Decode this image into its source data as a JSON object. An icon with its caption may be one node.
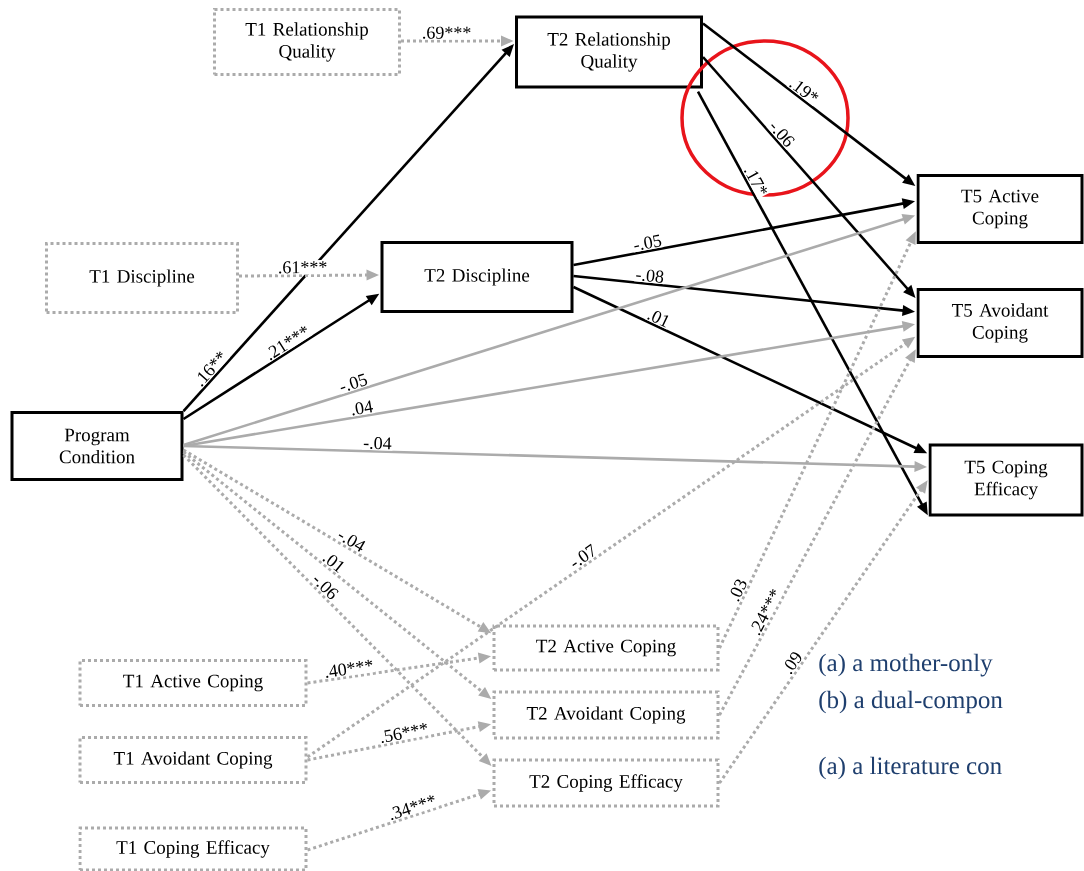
{
  "diagram": {
    "nodes": [
      {
        "text": [
          "T1 Relationship Quality"
        ]
      },
      {
        "text": [
          "T2 Relationship Quality"
        ]
      },
      {
        "text": [
          "T1 Discipline"
        ]
      },
      {
        "text": [
          "T2 Discipline"
        ]
      },
      {
        "text": [
          "Program Condition"
        ]
      },
      {
        "text": [
          "T5 Active Coping"
        ]
      },
      {
        "text": [
          "T5 Avoidant Coping"
        ]
      },
      {
        "text": [
          "T5 Coping Efficacy"
        ]
      },
      {
        "text": [
          "T2 Active Coping"
        ]
      },
      {
        "text": [
          "T2 Avoidant Coping"
        ]
      },
      {
        "text": [
          "T2 Coping Efficacy"
        ]
      },
      {
        "text": [
          "T1 Active Coping"
        ]
      },
      {
        "text": [
          "T1 Avoidant Coping"
        ]
      },
      {
        "text": [
          "T1 Coping Efficacy"
        ]
      }
    ],
    "edges": [
      {
        "from": 0,
        "to": 1,
        "arrow": "to",
        "label": ".69***",
        "style": "dashed"
      },
      {
        "from": 4,
        "to": 1,
        "arrow": "to",
        "label": ".16**",
        "color": "#000000"
      },
      {
        "from": 2,
        "to": 3,
        "arrow": "to",
        "label": ".61***",
        "style": "dashed"
      },
      {
        "from": 4,
        "to": 3,
        "arrow": "to",
        "label": ".21***",
        "color": "#000000"
      },
      {
        "from": 1,
        "to": 5,
        "arrow": "to",
        "label": ".19*",
        "color": "#000000"
      },
      {
        "from": 1,
        "to": 6,
        "arrow": "to",
        "label": "-.06",
        "color": "#000000"
      },
      {
        "from": 1,
        "to": 7,
        "arrow": "to",
        "label": ".17*",
        "color": "#000000"
      },
      {
        "from": 3,
        "to": 5,
        "arrow": "to",
        "label": "-.05",
        "color": "#000000"
      },
      {
        "from": 3,
        "to": 6,
        "arrow": "to",
        "label": "-.08",
        "color": "#000000"
      },
      {
        "from": 3,
        "to": 7,
        "arrow": "to",
        "label": ".01",
        "color": "#000000"
      },
      {
        "from": 4,
        "to": 5,
        "arrow": "to",
        "label": "-.05"
      },
      {
        "from": 4,
        "to": 6,
        "arrow": "to",
        "label": ".04"
      },
      {
        "from": 4,
        "to": 7,
        "arrow": "to",
        "label": "-.04"
      },
      {
        "from": 4,
        "to": 8,
        "arrow": "to",
        "label": "-.04",
        "style": "dashed"
      },
      {
        "from": 4,
        "to": 9,
        "arrow": "to",
        "label": ".01",
        "style": "dashed"
      },
      {
        "from": 4,
        "to": 10,
        "arrow": "to",
        "label": "-.06",
        "style": "dashed"
      },
      {
        "from": 11,
        "to": 8,
        "arrow": "to",
        "label": ".40***",
        "style": "dashed"
      },
      {
        "from": 12,
        "to": 9,
        "arrow": "to",
        "label": ".56***",
        "style": "dashed"
      },
      {
        "from": 13,
        "to": 10,
        "arrow": "to",
        "label": ".34***",
        "style": "dashed"
      },
      {
        "from": 12,
        "to": 6,
        "arrow": "to",
        "label": "-.07",
        "style": "dashed"
      },
      {
        "from": 8,
        "to": 5,
        "arrow": "to",
        "label": ".03",
        "style": "dashed"
      },
      {
        "from": 9,
        "to": 6,
        "arrow": "to",
        "label": ".24***",
        "style": "dashed"
      },
      {
        "from": 10,
        "to": 7,
        "arrow": "to",
        "label": ".09",
        "style": "dashed"
      }
    ],
    "labels": [
      "(a) a mother-only",
      "(b) a dual-compon",
      "(a) a literature con"
    ]
  }
}
